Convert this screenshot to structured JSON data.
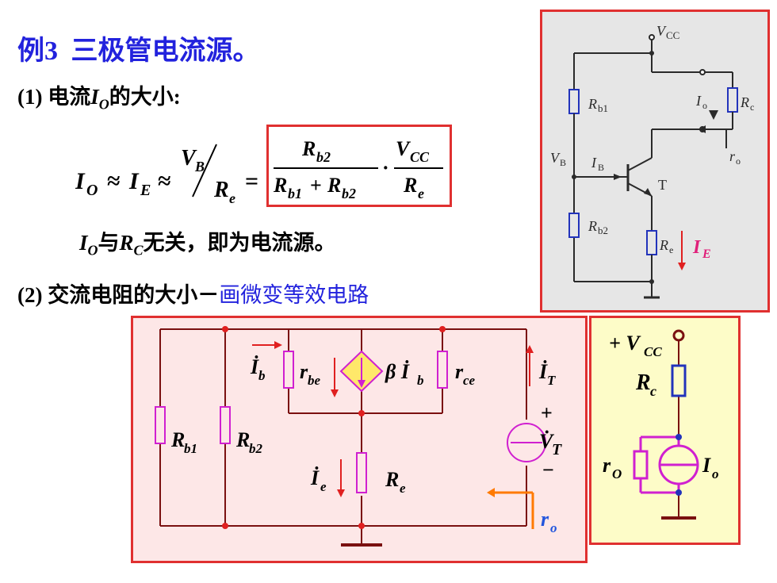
{
  "heading": {
    "example": "例3",
    "topic": "三极管电流源。"
  },
  "part1": {
    "num": "(1)",
    "text_a": "电流",
    "var": "I",
    "sub": "O",
    "text_b": "的大小:"
  },
  "formula": {
    "lhs": "I",
    "lhs_sub": "O",
    "approx1": "≈",
    "ie": "I",
    "ie_sub": "E",
    "approx2": "≈",
    "vb": "V",
    "vb_sub": "B",
    "re": "R",
    "re_sub": "e",
    "eq": "=",
    "num1": "R",
    "num1_sub": "b2",
    "den1": "R",
    "den1_sub1": "b1",
    "plus": "+",
    "den1b": "R",
    "den1_sub2": "b2",
    "dot": "·",
    "num2": "V",
    "num2_sub": "CC",
    "den2": "R",
    "den2_sub": "e"
  },
  "statement": {
    "var1": "I",
    "var1_sub": "O",
    "text1": "与",
    "var2": "R",
    "var2_sub": "C",
    "text2": "无关，即为电流源。"
  },
  "part2": {
    "num": "(2)",
    "text": "交流电阻的大小－",
    "blue_text": "画微变等效电路"
  },
  "circuit_top": {
    "vcc": "V",
    "vcc_sub": "CC",
    "rb1": "R",
    "rb1_sub": "b1",
    "rc": "R",
    "rc_sub": "c",
    "io": "I",
    "io_sub": "o",
    "vb": "V",
    "vb_sub": "B",
    "ib": "I",
    "ib_sub": "B",
    "t": "T",
    "ro": "r",
    "ro_sub": "o",
    "rb2": "R",
    "rb2_sub": "b2",
    "re": "R",
    "re_sub": "e",
    "ie": "I",
    "ie_sub": "E"
  },
  "equiv": {
    "rb1": "R",
    "rb1_sub": "b1",
    "rb2": "R",
    "rb2_sub": "b2",
    "ib": "İ",
    "ib_sub": "b",
    "rbe": "r",
    "rbe_sub": "be",
    "beta": "β İ",
    "beta_sub": "b",
    "rce": "r",
    "rce_sub": "ce",
    "it": "İ",
    "it_sub": "T",
    "plus": "+",
    "vt": "V̇",
    "vt_sub": "T",
    "minus": "−",
    "ie": "İ",
    "ie_sub": "e",
    "re": "R",
    "re_sub": "e",
    "ro": "r",
    "ro_sub": "o"
  },
  "model": {
    "vcc_prefix": "+ V",
    "vcc_sub": "CC",
    "rc": "R",
    "rc_sub": "c",
    "ro": "r",
    "ro_sub": "O",
    "io": "I",
    "io_sub": "o"
  }
}
